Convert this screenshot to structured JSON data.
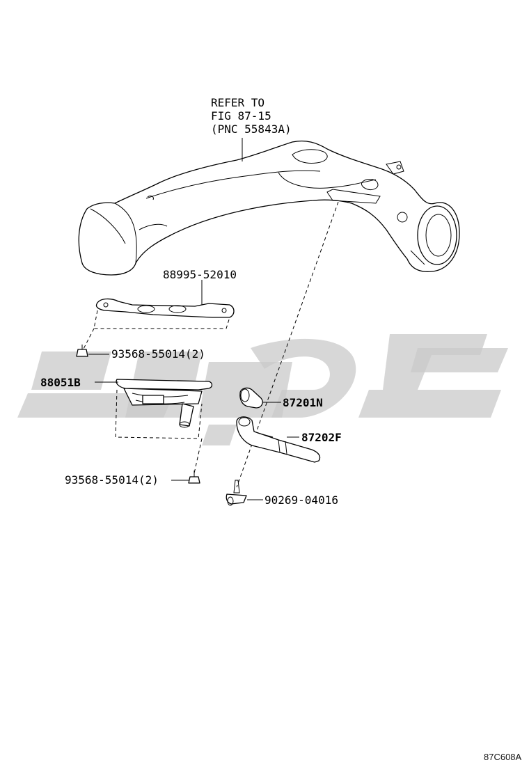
{
  "reference_note": {
    "line1": "REFER TO",
    "line2": "FIG 87-15",
    "line3": "(PNC 55843A)"
  },
  "parts": {
    "bracket": "88995-52010",
    "screw_upper": "93568-55014(2)",
    "sensor_assembly": "88051B",
    "hose_elbow": "87201N",
    "hose": "87202F",
    "screw_lower": "93568-55014(2)",
    "clip": "90269-04016"
  },
  "figure_id": "87C608A",
  "watermark_color": "#c9c9c9"
}
